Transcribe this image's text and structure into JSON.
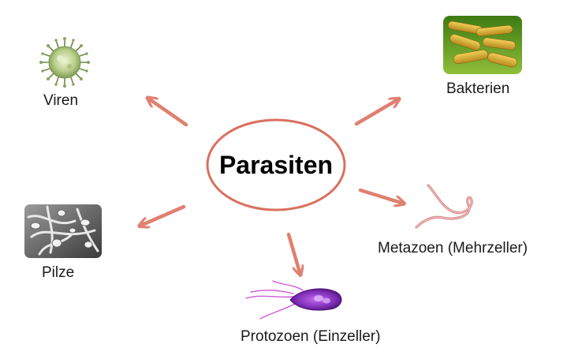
{
  "center": {
    "title": "Parasiten"
  },
  "nodes": {
    "viren": {
      "label": "Viren",
      "icon": "virus-icon"
    },
    "bakterien": {
      "label": "Bakterien",
      "icon": "bacteria-icon"
    },
    "pilze": {
      "label": "Pilze",
      "icon": "fungi-icon"
    },
    "metazoen": {
      "label": "Metazoen (Mehrzeller)",
      "icon": "worm-icon"
    },
    "protozoen": {
      "label": "Protozoen (Einzeller)",
      "icon": "protozoa-icon"
    }
  },
  "colors": {
    "arrow": "#e08070",
    "ellipse_stroke": "#d9705f",
    "worm": "#d88a8a",
    "protozoa": "#8a2fc0"
  }
}
